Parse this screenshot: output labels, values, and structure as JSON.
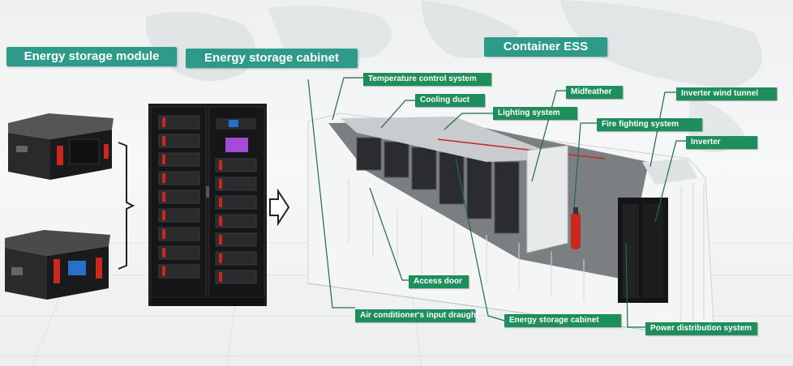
{
  "titles": {
    "module": "Energy storage module",
    "cabinet": "Energy storage cabinet",
    "container": "Container ESS"
  },
  "labels": {
    "temperature_control": "Temperature control system",
    "cooling_duct": "Cooling duct",
    "midfeather": "Midfeather",
    "lighting": "Lighting system",
    "inverter_wind_tunnel": "Inverter wind tunnel",
    "fire_fighting": "Fire fighting system",
    "inverter": "Inverter",
    "access_door": "Access door",
    "air_conditioner": "Air conditioner's input draught",
    "energy_storage_cabinet": "Energy storage cabinet",
    "power_distribution": "Power distribution system"
  },
  "colors": {
    "title_bg": "#2e9b8a",
    "label_bg": "#1e8f5c",
    "leader_line": "#1e6b4a",
    "cabinet_body": "#1c1c1e",
    "accent_red": "#c8281e",
    "screen_purple": "#a24bd6"
  }
}
